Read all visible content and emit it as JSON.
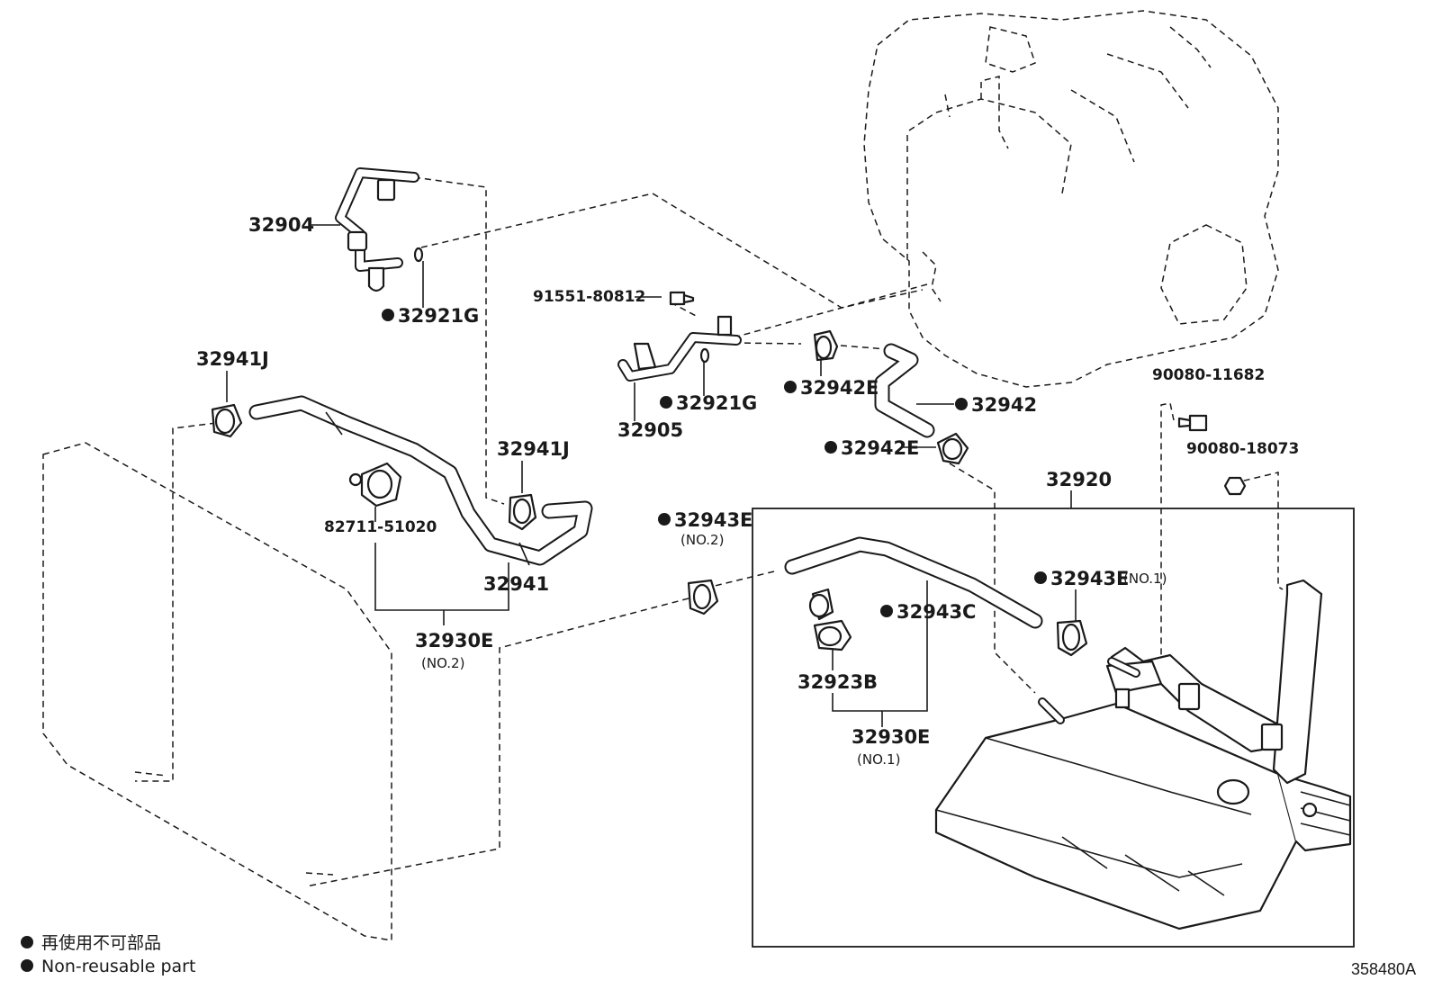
{
  "diagram": {
    "parts": {
      "p32904": "32904",
      "p32921G_a": "32921G",
      "p32941J_a": "32941J",
      "p91551": "91551-80812",
      "p32905": "32905",
      "p32921G_b": "32921G",
      "p32942E_a": "32942E",
      "p32942": "32942",
      "p32942E_b": "32942E",
      "p90080_11682": "90080-11682",
      "p90080_18073": "90080-18073",
      "p32941J_b": "32941J",
      "p82711": "82711-51020",
      "p32941": "32941",
      "p32930E_2": "32930E",
      "p32930E_2_note": "(NO.2)",
      "p32943E_2": "32943E",
      "p32943E_2_note": "(NO.2)",
      "p32920": "32920",
      "p32943E_1": "32943E",
      "p32943E_1_note": "(NO.1)",
      "p32943C": "32943C",
      "p32923B": "32923B",
      "p32930E_1": "32930E",
      "p32930E_1_note": "(NO.1)"
    },
    "legend": {
      "line_jp": "再使用不可部品",
      "line_en": "Non-reusable part"
    },
    "figure_code": "358480A"
  }
}
